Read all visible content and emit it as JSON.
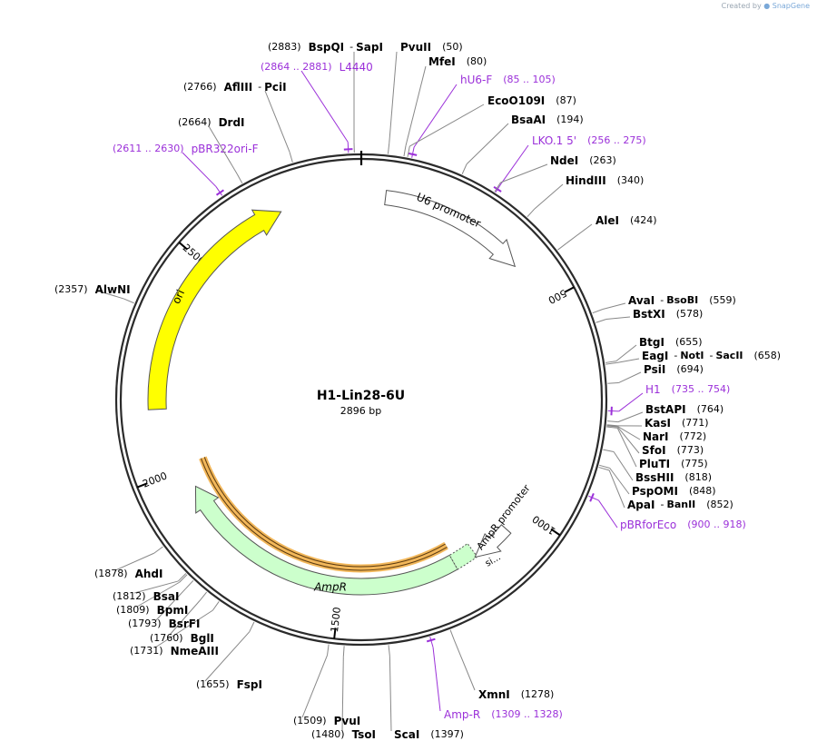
{
  "watermark": {
    "prefix": "Created by",
    "brand": "SnapGene"
  },
  "plasmid": {
    "name": "H1-Lin28-6U",
    "length_label": "2896 bp"
  },
  "colors": {
    "backbone": "#2b2b2b",
    "enzyme_text": "#000000",
    "primer": "#9b30d9",
    "ori_fill": "#ffff00",
    "ampr_fill": "#ccffcc",
    "promoter_fill": "#ffffff",
    "orange_highlight": "#f2b75a"
  },
  "ticks": [
    {
      "label": "500"
    },
    {
      "label": "1000"
    },
    {
      "label": "1500"
    },
    {
      "label": "2000"
    },
    {
      "label": "2500"
    }
  ],
  "features": [
    {
      "name": "U6 promoter",
      "type": "promoter"
    },
    {
      "name": "ori",
      "type": "rep_origin"
    },
    {
      "name": "AmpR",
      "type": "CDS"
    },
    {
      "name": "AmpR promoter",
      "type": "promoter"
    },
    {
      "name": "si...",
      "type": "sig_peptide"
    }
  ],
  "sites": [
    {
      "name": "BspQI",
      "name2": "SapI",
      "pos": "(2883)"
    },
    {
      "name": "PvuII",
      "pos": "(50)"
    },
    {
      "name": "MfeI",
      "pos": "(80)"
    },
    {
      "name": "hU6-F",
      "pos": "(85 .. 105)",
      "primer": true
    },
    {
      "name": "EcoO109I",
      "pos": "(87)"
    },
    {
      "name": "BsaAI",
      "pos": "(194)"
    },
    {
      "name": "LKO.1 5'",
      "pos": "(256 .. 275)",
      "primer": true
    },
    {
      "name": "NdeI",
      "pos": "(263)"
    },
    {
      "name": "HindIII",
      "pos": "(340)"
    },
    {
      "name": "AleI",
      "pos": "(424)"
    },
    {
      "name": "AvaI",
      "name2": "BsoBI",
      "pos": "(559)"
    },
    {
      "name": "BstXI",
      "pos": "(578)"
    },
    {
      "name": "BtgI",
      "pos": "(655)"
    },
    {
      "name": "EagI",
      "name2": "NotI",
      "name3": "SacII",
      "pos": "(658)"
    },
    {
      "name": "PsiI",
      "pos": "(694)"
    },
    {
      "name": "H1",
      "pos": "(735 .. 754)",
      "primer": true
    },
    {
      "name": "BstAPI",
      "pos": "(764)"
    },
    {
      "name": "KasI",
      "pos": "(771)"
    },
    {
      "name": "NarI",
      "pos": "(772)"
    },
    {
      "name": "SfoI",
      "pos": "(773)"
    },
    {
      "name": "PluTI",
      "pos": "(775)"
    },
    {
      "name": "BssHII",
      "pos": "(818)"
    },
    {
      "name": "PspOMI",
      "pos": "(848)"
    },
    {
      "name": "ApaI",
      "name2": "BanII",
      "pos": "(852)"
    },
    {
      "name": "pBRforEco",
      "pos": "(900 .. 918)",
      "primer": true
    },
    {
      "name": "XmnI",
      "pos": "(1278)"
    },
    {
      "name": "Amp-R",
      "pos": "(1309 .. 1328)",
      "primer": true
    },
    {
      "name": "ScaI",
      "pos": "(1397)"
    },
    {
      "name": "TsoI",
      "pos": "(1480)"
    },
    {
      "name": "PvuI",
      "pos": "(1509)"
    },
    {
      "name": "FspI",
      "pos": "(1655)"
    },
    {
      "name": "NmeAIII",
      "pos": "(1731)"
    },
    {
      "name": "BglI",
      "pos": "(1760)"
    },
    {
      "name": "BsrFI",
      "pos": "(1793)"
    },
    {
      "name": "BpmI",
      "pos": "(1809)"
    },
    {
      "name": "BsaI",
      "pos": "(1812)"
    },
    {
      "name": "AhdI",
      "pos": "(1878)"
    },
    {
      "name": "AlwNI",
      "pos": "(2357)"
    },
    {
      "name": "pBR322ori-F",
      "pos": "(2611 .. 2630)",
      "primer": true
    },
    {
      "name": "DrdI",
      "pos": "(2664)"
    },
    {
      "name": "AflIII",
      "name2": "PciI",
      "pos": "(2766)"
    },
    {
      "name": "L4440",
      "pos": "(2864 .. 2881)",
      "primer": true
    }
  ]
}
